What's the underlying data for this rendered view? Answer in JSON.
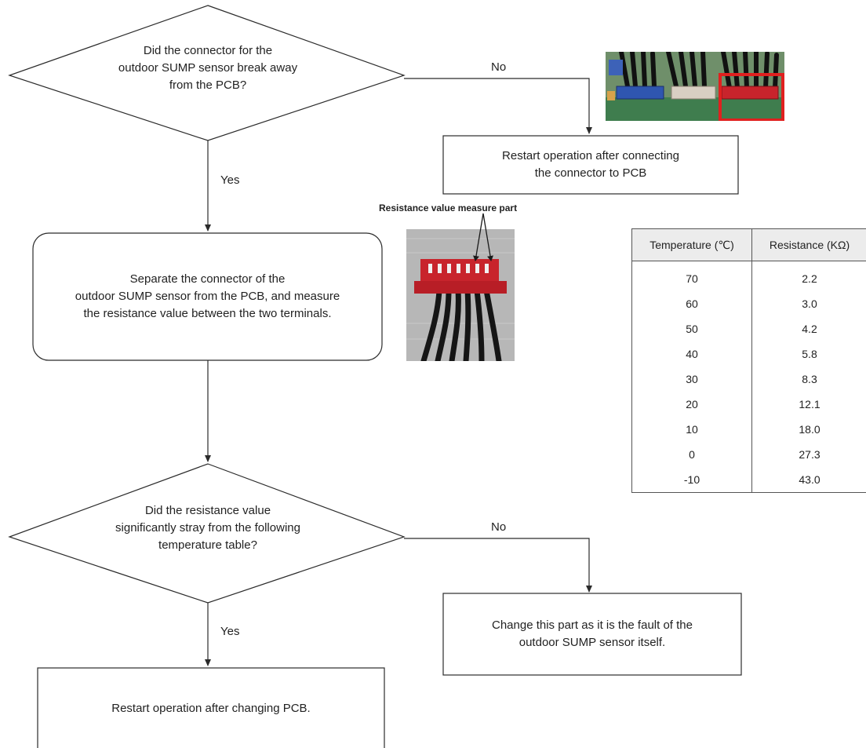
{
  "decision1": {
    "lines": [
      "Did the connector for the",
      "outdoor SUMP sensor break away",
      "from the PCB?"
    ],
    "yes_label": "Yes",
    "no_label": "No"
  },
  "box_reconnect": {
    "lines": [
      "Restart operation after connecting",
      "the connector to PCB"
    ]
  },
  "box_measure": {
    "lines": [
      "Separate the connector of the",
      "outdoor SUMP sensor from the PCB, and measure",
      "the resistance value between the two terminals."
    ]
  },
  "decision2": {
    "lines": [
      "Did the resistance value",
      "significantly stray from the following",
      "temperature table?"
    ],
    "yes_label": "Yes",
    "no_label": "No"
  },
  "box_change_part": {
    "lines": [
      "Change this part as it is the fault of the",
      "outdoor SUMP sensor itself."
    ]
  },
  "box_change_pcb": {
    "text": "Restart operation after changing PCB."
  },
  "photo_caption": "Resistance value measure part",
  "table": {
    "headers": [
      "Temperature (℃)",
      "Resistance (KΩ)"
    ],
    "rows": [
      [
        "70",
        "2.2"
      ],
      [
        "60",
        "3.0"
      ],
      [
        "50",
        "4.2"
      ],
      [
        "40",
        "5.8"
      ],
      [
        "30",
        "8.3"
      ],
      [
        "20",
        "12.1"
      ],
      [
        "10",
        "18.0"
      ],
      [
        "0",
        "27.3"
      ],
      [
        "-10",
        "43.0"
      ]
    ]
  },
  "colors": {
    "line": "#2b2b2b",
    "highlight": "#e0201f",
    "connector_red": "#c8242c",
    "table_header_bg": "#ececec"
  }
}
